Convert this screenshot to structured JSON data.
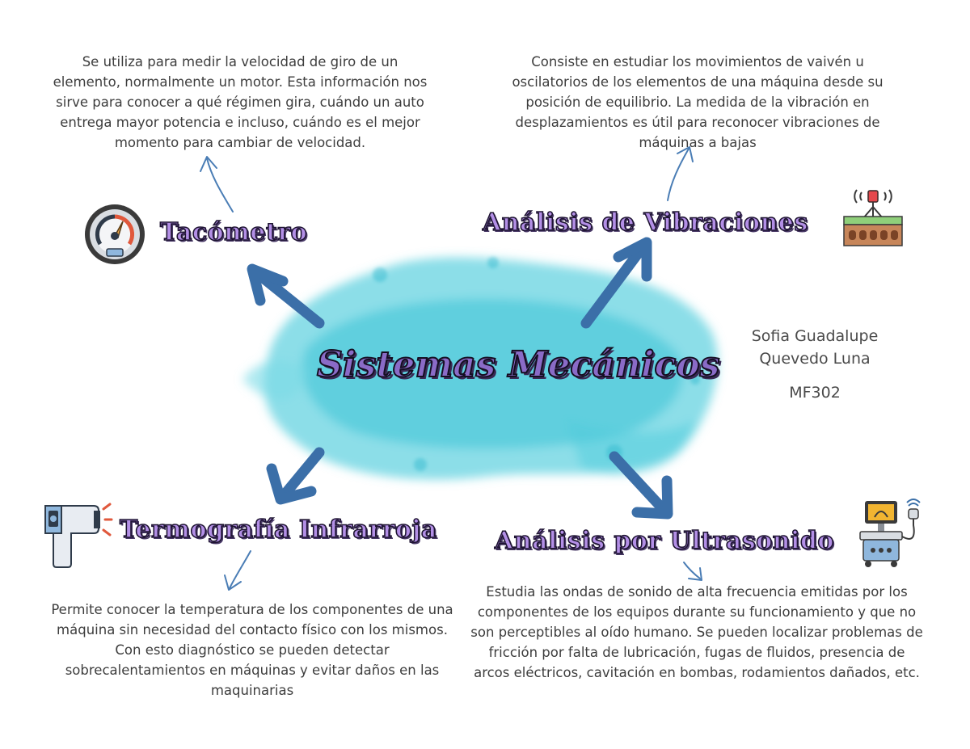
{
  "central_title": "Sistemas Mecánicos",
  "author": {
    "line1": "Sofia Guadalupe",
    "line2": "Quevedo Luna",
    "group": "MF302"
  },
  "branches": {
    "tacometro": {
      "title": "Tacómetro",
      "description": "Se utiliza para medir la velocidad de giro de un elemento, normalmente un motor. Esta información nos sirve para conocer a qué régimen gira, cuándo un auto entrega mayor potencia e incluso, cuándo es el mejor momento para cambiar de velocidad."
    },
    "vibraciones": {
      "title": "Análisis de Vibraciones",
      "description": "Consiste en estudiar los movimientos de vaivén u oscilatorios de los elementos de una máquina desde su posición de equilibrio. La medida de la vibración en desplazamientos es útil para reconocer vibraciones de máquinas a bajas"
    },
    "termografia": {
      "title": "Termografía Infrarroja",
      "description": "Permite conocer la temperatura de los componentes de una máquina sin necesidad del contacto físico con los mismos. Con esto diagnóstico se pueden detectar sobrecalentamientos en máquinas y evitar daños en las maquinarias"
    },
    "ultrasonido": {
      "title": "Análisis por Ultrasonido",
      "description": "Estudia las ondas de sonido de alta frecuencia emitidas por los componentes de los equipos durante su funcionamiento y que no son perceptibles al oído humano. Se pueden localizar problemas de fricción por falta de lubricación, fugas de fluidos, presencia de arcos eléctricos, cavitación en bombas, rodamientos dañados, etc."
    }
  },
  "colors": {
    "splash": "#5fd0df",
    "arrow": "#3b6fa8",
    "title_fill": "#b38fe6",
    "title_outline": "#1e1432"
  },
  "icons": [
    "tachometer-icon",
    "vibration-sensor-icon",
    "infrared-thermometer-icon",
    "ultrasound-machine-icon"
  ]
}
